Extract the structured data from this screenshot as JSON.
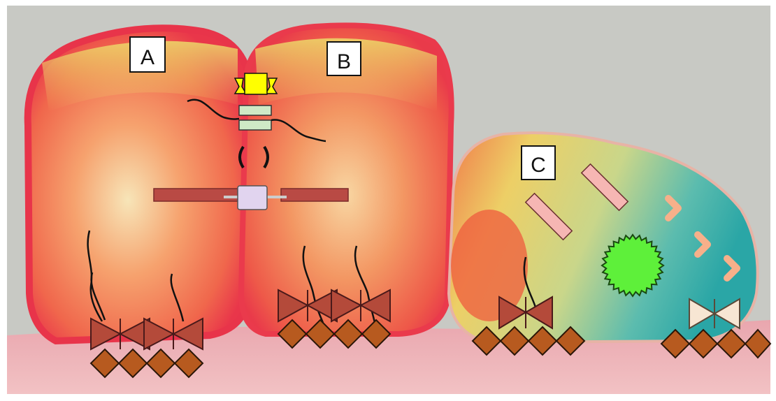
{
  "labels": {
    "a": "A",
    "b": "B",
    "c": "C"
  },
  "colors": {
    "background": "#c8c9c4",
    "floor": "#e8a7b0",
    "cell_a_edge": "#e8344a",
    "cell_b_edge": "#ea3a4c",
    "cell_c_tint": "#2fa9a6",
    "marker_fill": "#b75a1f",
    "receptor_fill": "#b44a3a",
    "bar_fill": "#b94a44",
    "pink_bar": "#f6b6b3",
    "chevron": "#f7b08a",
    "green_star": "#5ef03a",
    "yellow_flag": "#ffff00",
    "cream_receptor": "#f7e6d3"
  }
}
